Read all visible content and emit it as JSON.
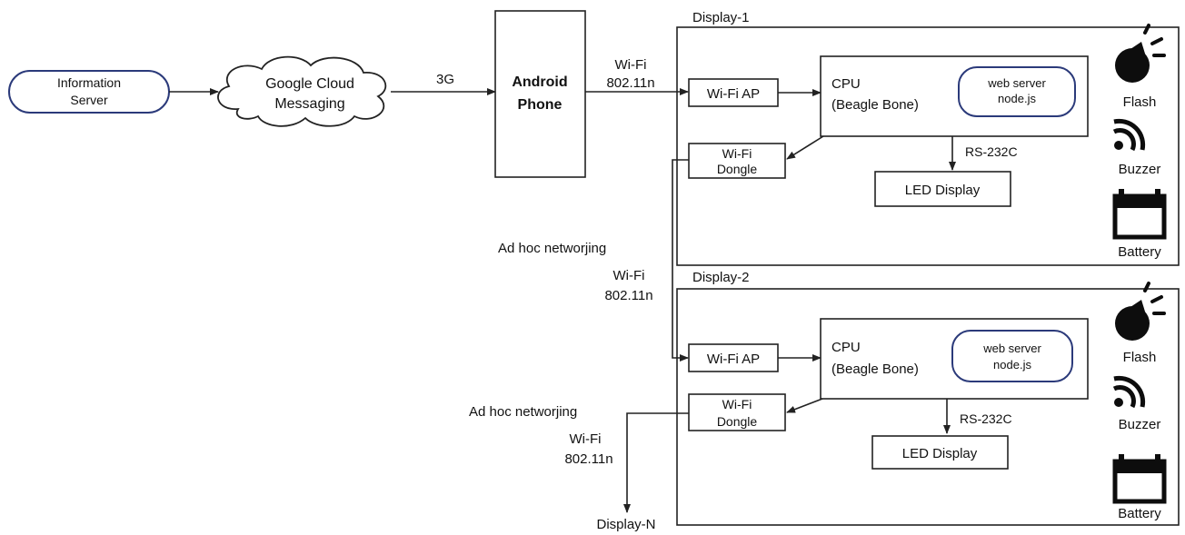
{
  "source": {
    "line1": "Information",
    "line2": "Server"
  },
  "cloud": {
    "line1": "Google Cloud",
    "line2": "Messaging"
  },
  "link_3g": "3G",
  "phone": {
    "line1": "Android",
    "line2": "Phone"
  },
  "link_wifi_top": {
    "line1": "Wi-Fi",
    "line2": "802.11n"
  },
  "adhoc_1": {
    "label": "Ad hoc networjing",
    "wifi1": "Wi-Fi",
    "wifi2": "802.11n"
  },
  "adhoc_2": {
    "label": "Ad hoc networjing",
    "wifi1": "Wi-Fi",
    "wifi2": "802.11n"
  },
  "displays": [
    {
      "title": "Display-1",
      "wifi_ap": "Wi-Fi AP",
      "cpu1": "CPU",
      "cpu2": "(Beagle Bone)",
      "web1": "web server",
      "web2": "node.js",
      "dongle1": "Wi-Fi",
      "dongle2": "Dongle",
      "rs232": "RS-232C",
      "led": "LED Display",
      "flash": "Flash",
      "buzzer": "Buzzer",
      "battery": "Battery"
    },
    {
      "title": "Display-2",
      "wifi_ap": "Wi-Fi AP",
      "cpu1": "CPU",
      "cpu2": "(Beagle Bone)",
      "web1": "web server",
      "web2": "node.js",
      "dongle1": "Wi-Fi",
      "dongle2": "Dongle",
      "rs232": "RS-232C",
      "led": "LED Display",
      "flash": "Flash",
      "buzzer": "Buzzer",
      "battery": "Battery"
    }
  ],
  "display_n": "Display-N"
}
